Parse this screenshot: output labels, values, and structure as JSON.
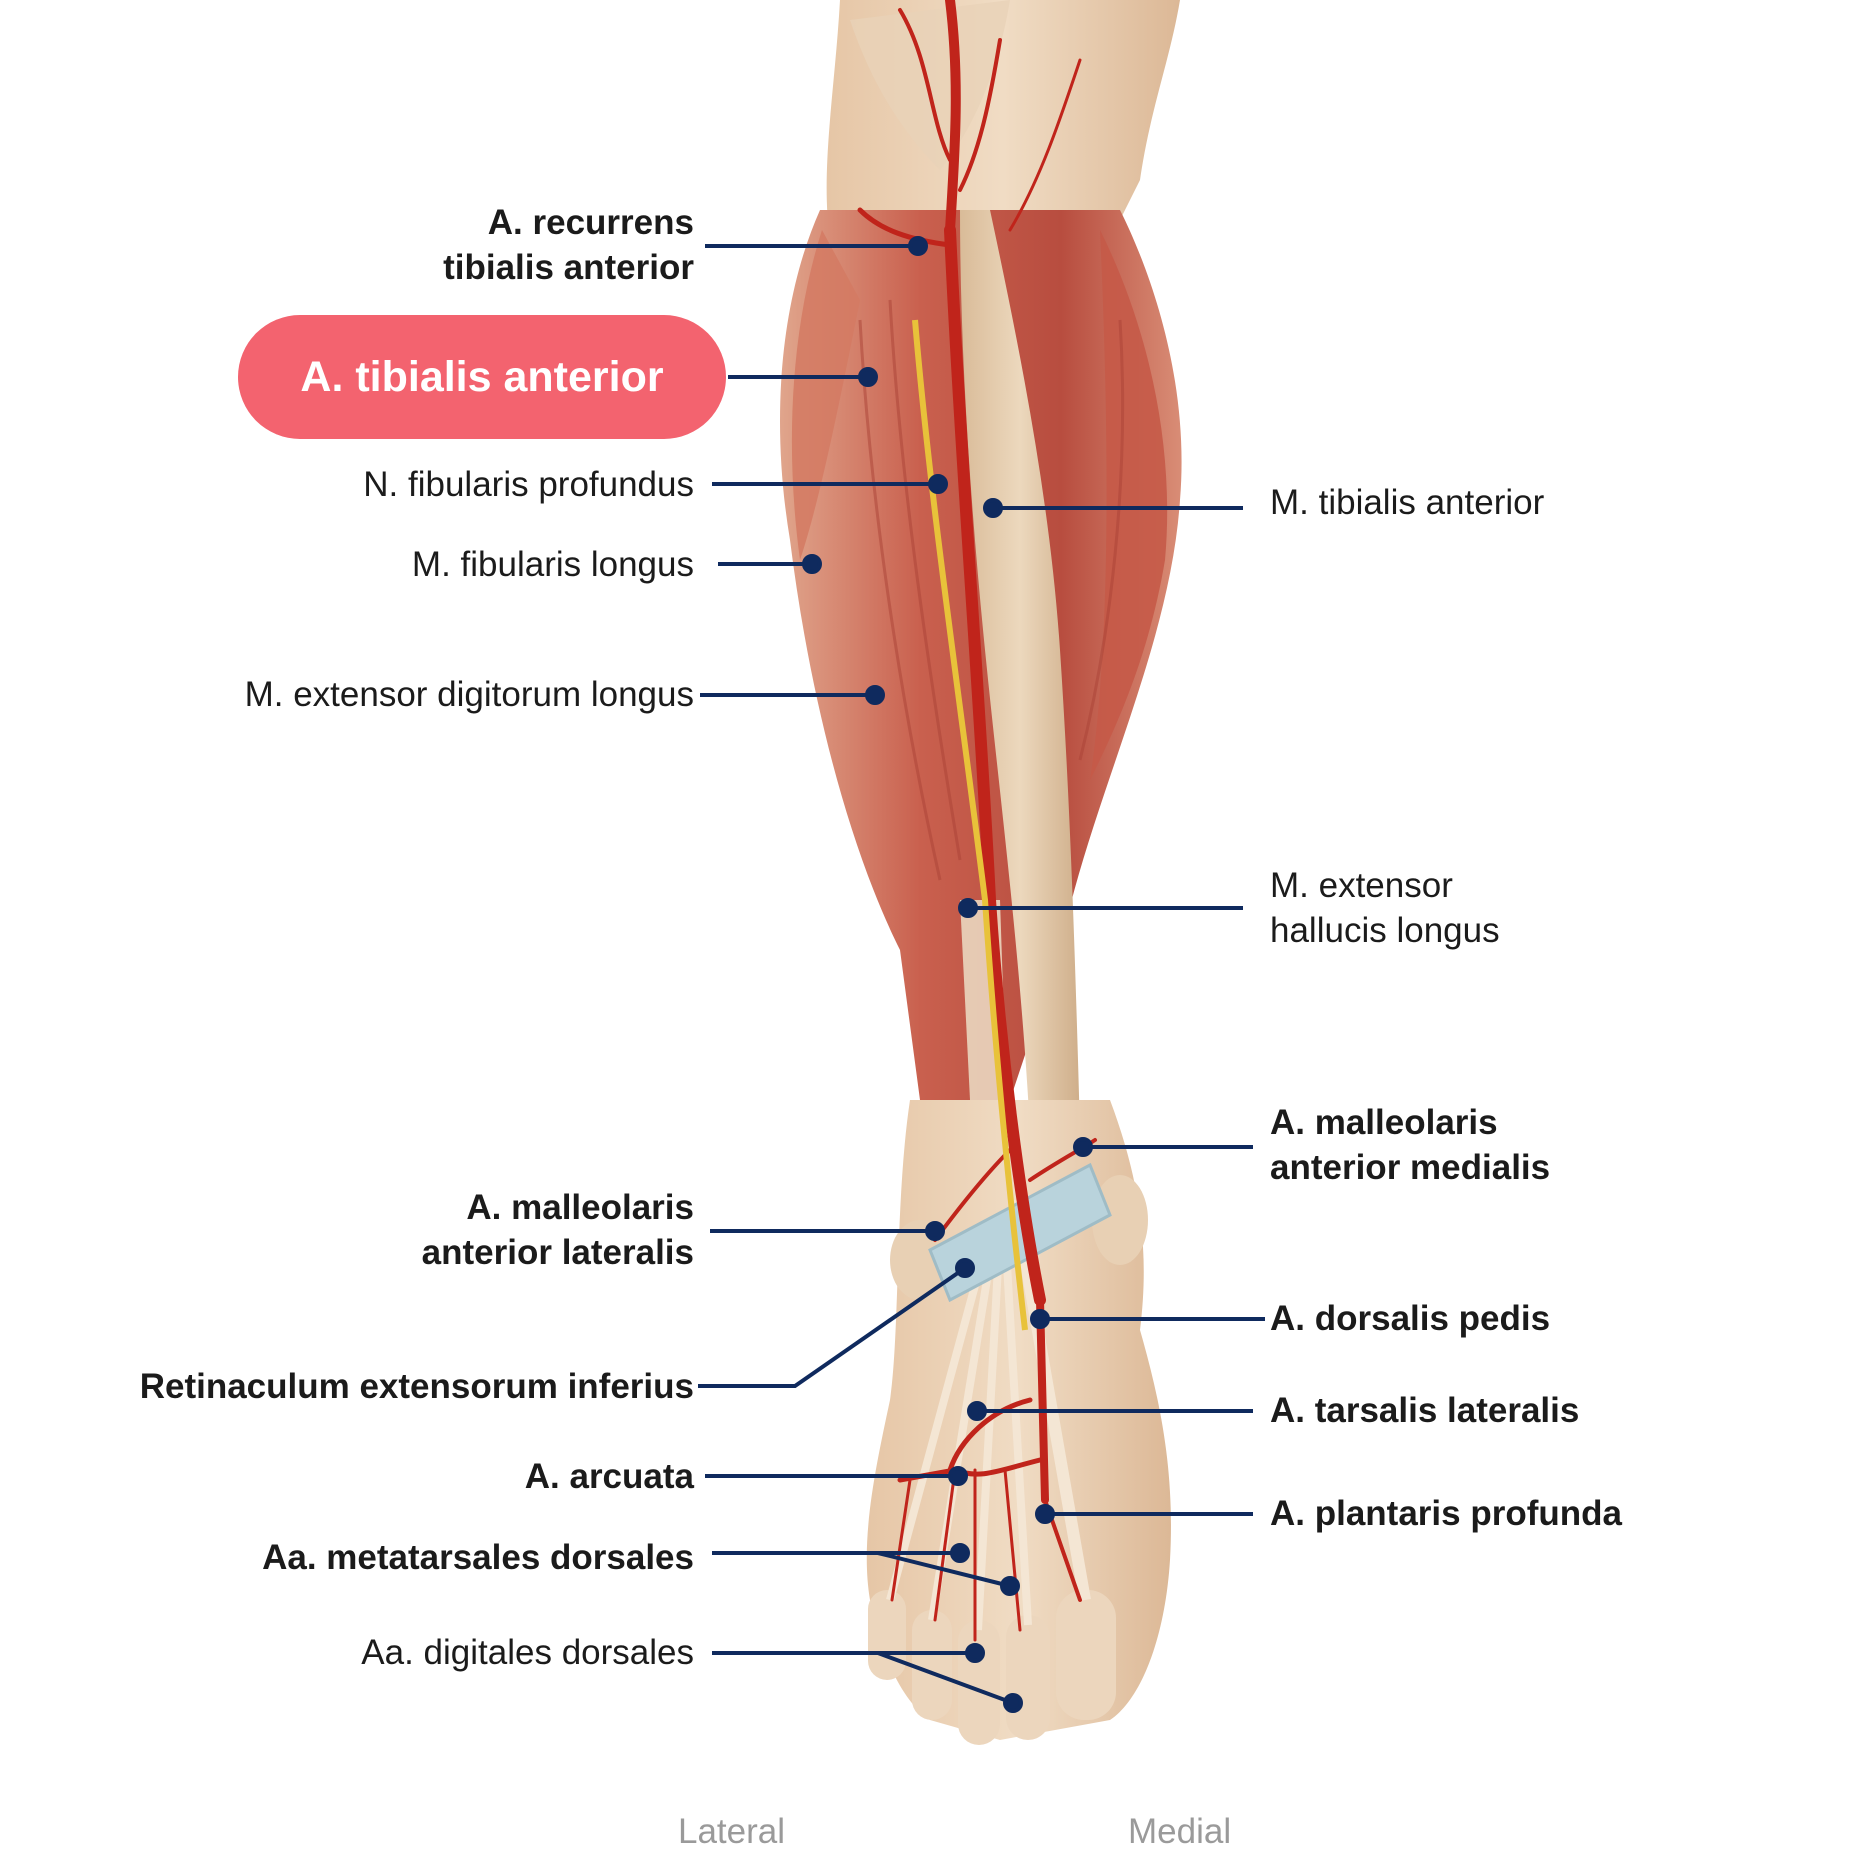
{
  "highlight_label": "A. tibialis anterior",
  "labels_left": {
    "recurrens_l1": "A. recurrens",
    "recurrens_l2": "tibialis anterior",
    "fibularis_profundus": "N. fibularis profundus",
    "fibularis_longus": "M. fibularis longus",
    "extensor_digitorum": "M. extensor digitorum longus",
    "malleolaris_lat_l1": "A. malleolaris",
    "malleolaris_lat_l2": "anterior lateralis",
    "retinaculum": "Retinaculum extensorum inferius",
    "arcuata": "A. arcuata",
    "metatarsales": "Aa. metatarsales dorsales",
    "digitales": "Aa. digitales dorsales"
  },
  "labels_right": {
    "tibialis_anterior_muscle": "M. tibialis anterior",
    "hallucis_l1": "M. extensor",
    "hallucis_l2": "hallucis longus",
    "malleolaris_med_l1": "A. malleolaris",
    "malleolaris_med_l2": "anterior medialis",
    "dorsalis_pedis": "A. dorsalis pedis",
    "tarsalis_lateralis": "A. tarsalis lateralis",
    "plantaris_profunda": "A. plantaris profunda"
  },
  "orientation": {
    "lateral": "Lateral",
    "medial": "Medial"
  },
  "colors": {
    "highlight": "#f3636f",
    "leader": "#0f2a5e",
    "muscle": "#c8594a",
    "artery": "#c0241b",
    "nerve": "#e8c23a",
    "skin": "#e9cfb2",
    "retinaculum": "#b9d3dc"
  }
}
